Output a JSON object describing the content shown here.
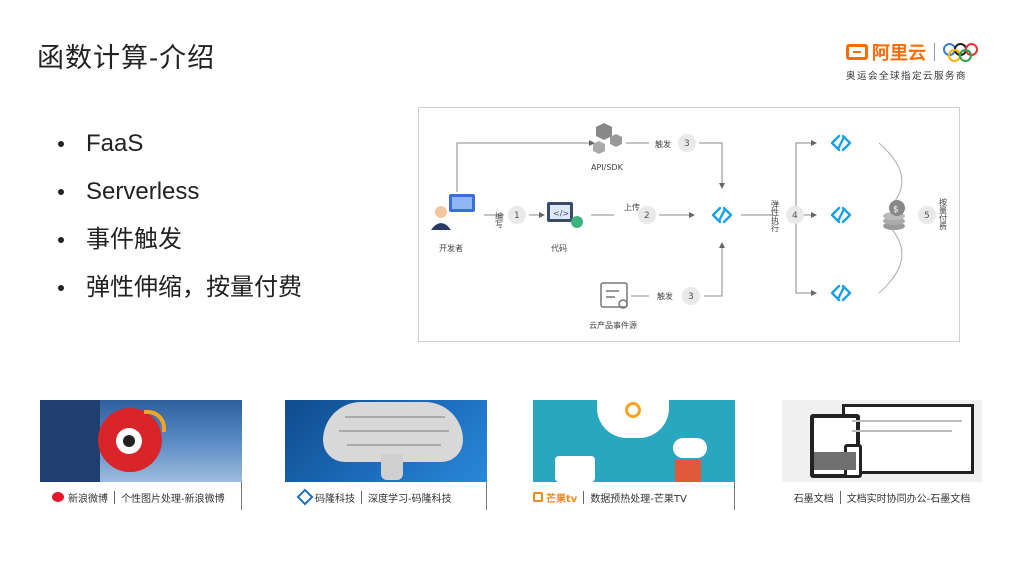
{
  "slide": {
    "title": "函数计算-介绍"
  },
  "logo": {
    "brand": "阿里云",
    "tagline": "奥运会全球指定云服务商",
    "brand_color": "#ff6a00"
  },
  "bullets": [
    "FaaS",
    "Serverless",
    "事件触发",
    "弹性伸缩，按量付费"
  ],
  "diagram": {
    "nodes": {
      "developer": "开发者",
      "code": "代码",
      "api": "API/SDK",
      "cloud_event": "云产品事件源"
    },
    "steps": {
      "write": "编写",
      "upload": "上传",
      "trigger_api": "触发",
      "trigger_event": "触发",
      "elastic": "弹性执行",
      "billing": "按量付费"
    },
    "numbers": [
      "1",
      "2",
      "3",
      "3",
      "4",
      "5"
    ]
  },
  "cases": [
    {
      "brand": "新浪微博",
      "desc": "个性图片处理-新浪微博"
    },
    {
      "brand": "码隆科技",
      "desc": "深度学习-码隆科技"
    },
    {
      "brand": "芒果tv",
      "desc": "数据预热处理-芒果TV"
    },
    {
      "brand": "石墨文档",
      "desc": "文档实时协同办公-石墨文档"
    }
  ]
}
